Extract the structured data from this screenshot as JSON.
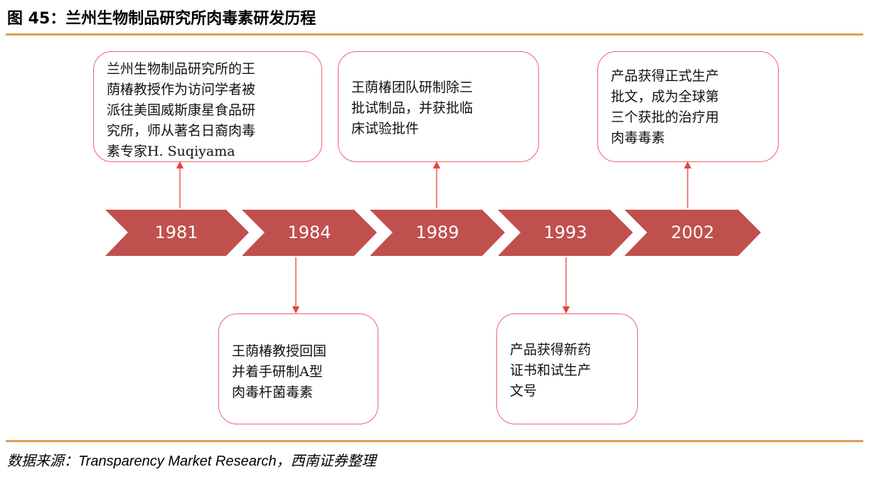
{
  "title": "图 45：兰州生物制品研究所肉毒素研发历程",
  "colors": {
    "chevron": "#c0504d",
    "box_border": "#f0636a",
    "arrow": "#e8413f",
    "rule": "#d8a153"
  },
  "timeline": [
    {
      "year": "1981",
      "position": "above",
      "lines": [
        "兰州生物制品研究所的王",
        "荫椿教授作为访问学者被",
        "派往美国威斯康星食品研",
        "究所，师从著名日裔肉毒",
        "素专家H. Suqiyama"
      ]
    },
    {
      "year": "1984",
      "position": "below",
      "lines": [
        "王荫椿教授回国",
        "并着手研制A型",
        "肉毒杆菌毒素"
      ]
    },
    {
      "year": "1989",
      "position": "above",
      "lines": [
        "王荫椿团队研制除三",
        "批试制品，并获批临",
        "床试验批件"
      ]
    },
    {
      "year": "1993",
      "position": "below",
      "lines": [
        "产品获得新药",
        "证书和试生产",
        "文号"
      ]
    },
    {
      "year": "2002",
      "position": "above",
      "lines": [
        "产品获得正式生产",
        "批文，成为全球第",
        "三个获批的治疗用",
        "肉毒毒素"
      ]
    }
  ],
  "footer": "数据来源：Transparency Market Research，西南证券整理"
}
